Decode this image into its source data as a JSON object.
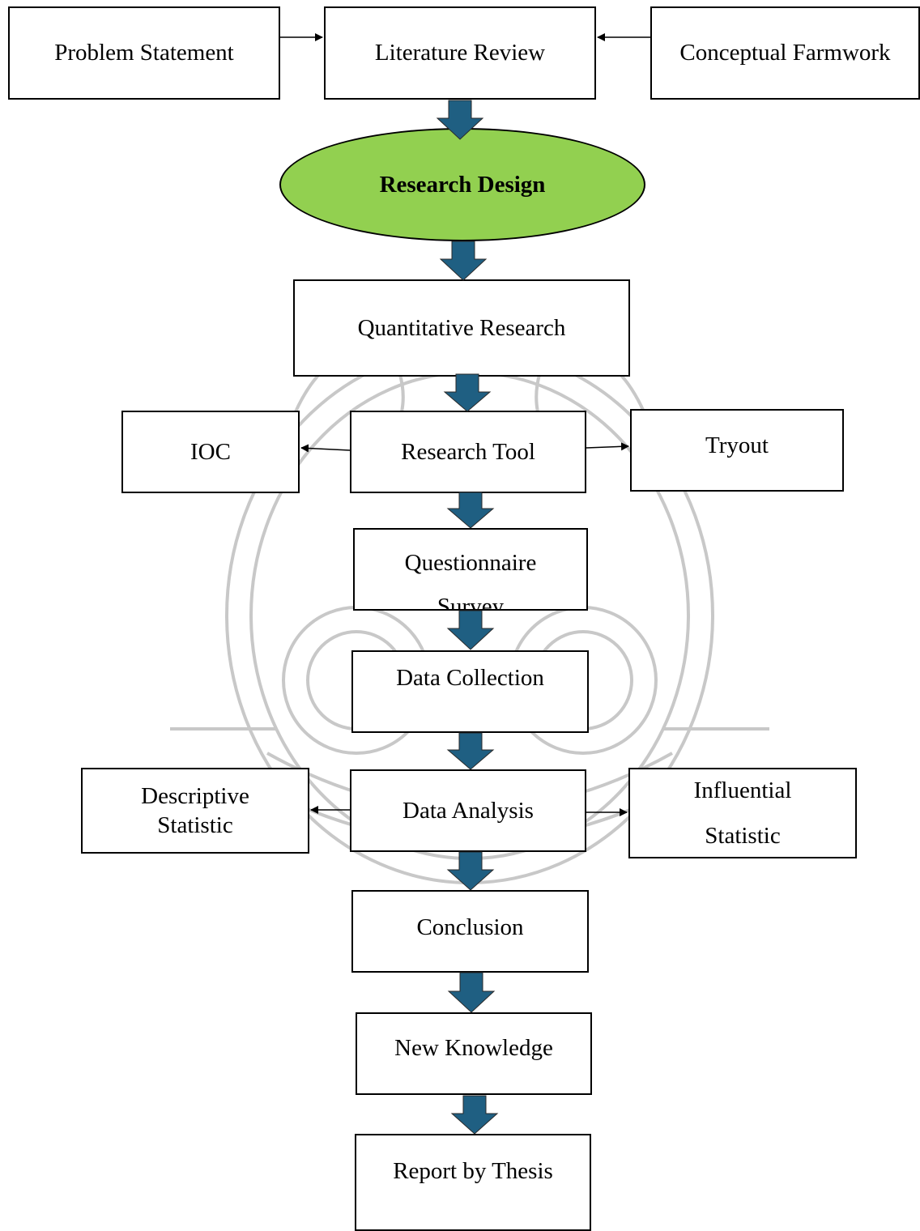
{
  "nodes": {
    "problem_statement": "Problem Statement",
    "literature_review": "Literature Review",
    "conceptual_framework": "Conceptual Farmwork",
    "research_design": "Research Design",
    "quantitative_research": "Quantitative Research",
    "ioc": "IOC",
    "research_tool": "Research Tool",
    "tryout": "Tryout",
    "questionnaire_line1": "Questionnaire",
    "questionnaire_line2": "Survey",
    "data_collection": "Data Collection",
    "descriptive_line1": "Descriptive",
    "descriptive_line2": "Statistic",
    "data_analysis": "Data Analysis",
    "influential_line1": "Influential",
    "influential_line2": "Statistic",
    "conclusion": "Conclusion",
    "new_knowledge": "New Knowledge",
    "report_by_thesis": "Report by Thesis"
  },
  "colors": {
    "block_arrow": "#1f5f82",
    "oval_fill": "#92d050",
    "watermark": "#c8c8c8"
  }
}
